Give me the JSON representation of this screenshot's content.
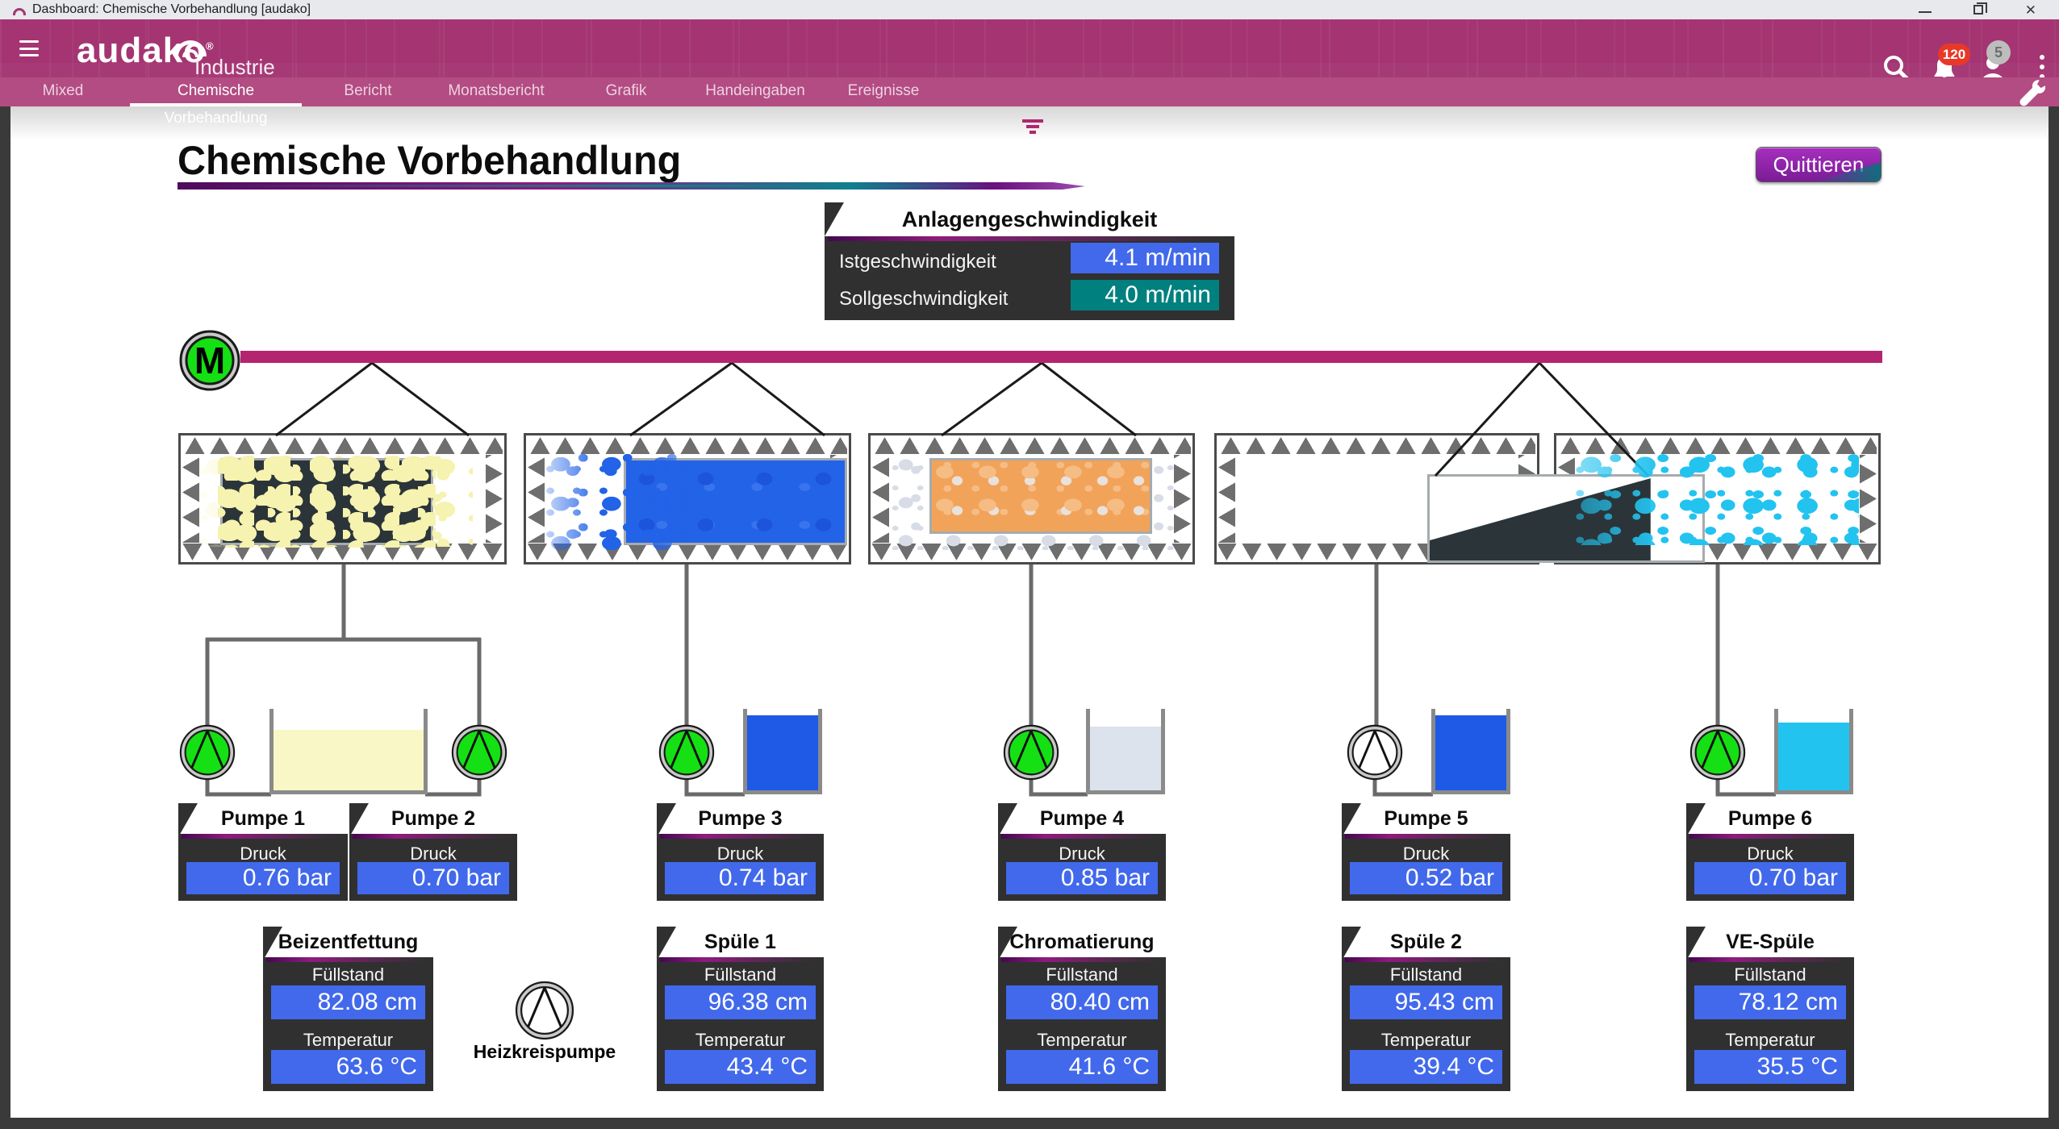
{
  "colors": {
    "magenta": "#A43572",
    "tabbar": "#B24C82",
    "conveyor": "#B3256F",
    "panel": "#303030",
    "vblue": "#4269EB",
    "vteal": "#00807E",
    "green": "#14E014",
    "cyan": "#23C3F0",
    "royal": "#1E5AE6",
    "innerblue": "#2263E8",
    "orange": "#F2A35A",
    "pyellow": "#F6F2AF",
    "tankyellow": "#FAF7C6",
    "grayliq": "#DCE3EC",
    "charcoal": "#2B3539",
    "hatch": "#6E6E6E",
    "btnpurple": "#8E24AA",
    "swooshpurple": "#6B0F7E",
    "swooshteal": "#0F7F8E",
    "badgered": "#E93828",
    "badgegray": "#BDBDBD"
  },
  "window": {
    "title": "Dashboard: Chemische Vorbehandlung [audako]"
  },
  "header": {
    "product": "audako",
    "registered": "®",
    "section": "Industrie",
    "notifications": "120",
    "user_badge": "5"
  },
  "tabs": [
    {
      "label": "Mixed",
      "active": false
    },
    {
      "label": "Chemische Vorbehandlung",
      "active": true
    },
    {
      "label": "Bericht",
      "active": false
    },
    {
      "label": "Monatsbericht",
      "active": false
    },
    {
      "label": "Grafik",
      "active": false
    },
    {
      "label": "Handeingaben",
      "active": false
    },
    {
      "label": "Ereignisse",
      "active": false
    }
  ],
  "page": {
    "title": "Chemische Vorbehandlung",
    "acknowledge_button": "Quittieren"
  },
  "speed_panel": {
    "title": "Anlagengeschwindigkeit",
    "rows": [
      {
        "label": "Istgeschwindigkeit",
        "value": "4.1 m/min"
      },
      {
        "label": "Sollgeschwindigkeit",
        "value": "4.0 m/min"
      }
    ]
  },
  "motor": {
    "label": "M"
  },
  "pump_panels": [
    {
      "name": "Pumpe 1",
      "metric": "Druck",
      "value": "0.76 bar"
    },
    {
      "name": "Pumpe 2",
      "metric": "Druck",
      "value": "0.70 bar"
    },
    {
      "name": "Pumpe 3",
      "metric": "Druck",
      "value": "0.74 bar"
    },
    {
      "name": "Pumpe 4",
      "metric": "Druck",
      "value": "0.85 bar"
    },
    {
      "name": "Pumpe 5",
      "metric": "Druck",
      "value": "0.52 bar"
    },
    {
      "name": "Pumpe 6",
      "metric": "Druck",
      "value": "0.70 bar"
    }
  ],
  "pump_symbols": [
    {
      "running": true
    },
    {
      "running": true
    },
    {
      "running": true
    },
    {
      "running": true
    },
    {
      "running": false
    },
    {
      "running": true
    }
  ],
  "heating_pump": {
    "label": "Heizkreispumpe",
    "running": false
  },
  "stations": [
    {
      "name": "Beizentfettung",
      "level_label": "Füllstand",
      "level": "82.08 cm",
      "temp_label": "Temperatur",
      "temp": "63.6 °C"
    },
    {
      "name": "Spüle 1",
      "level_label": "Füllstand",
      "level": "96.38 cm",
      "temp_label": "Temperatur",
      "temp": "43.4 °C"
    },
    {
      "name": "Chromatierung",
      "level_label": "Füllstand",
      "level": "80.40 cm",
      "temp_label": "Temperatur",
      "temp": "41.6 °C"
    },
    {
      "name": "Spüle 2",
      "level_label": "Füllstand",
      "level": "95.43 cm",
      "temp_label": "Temperatur",
      "temp": "39.4 °C"
    },
    {
      "name": "VE-Spüle",
      "level_label": "Füllstand",
      "level": "78.12 cm",
      "temp_label": "Temperatur",
      "temp": "35.5 °C"
    }
  ]
}
